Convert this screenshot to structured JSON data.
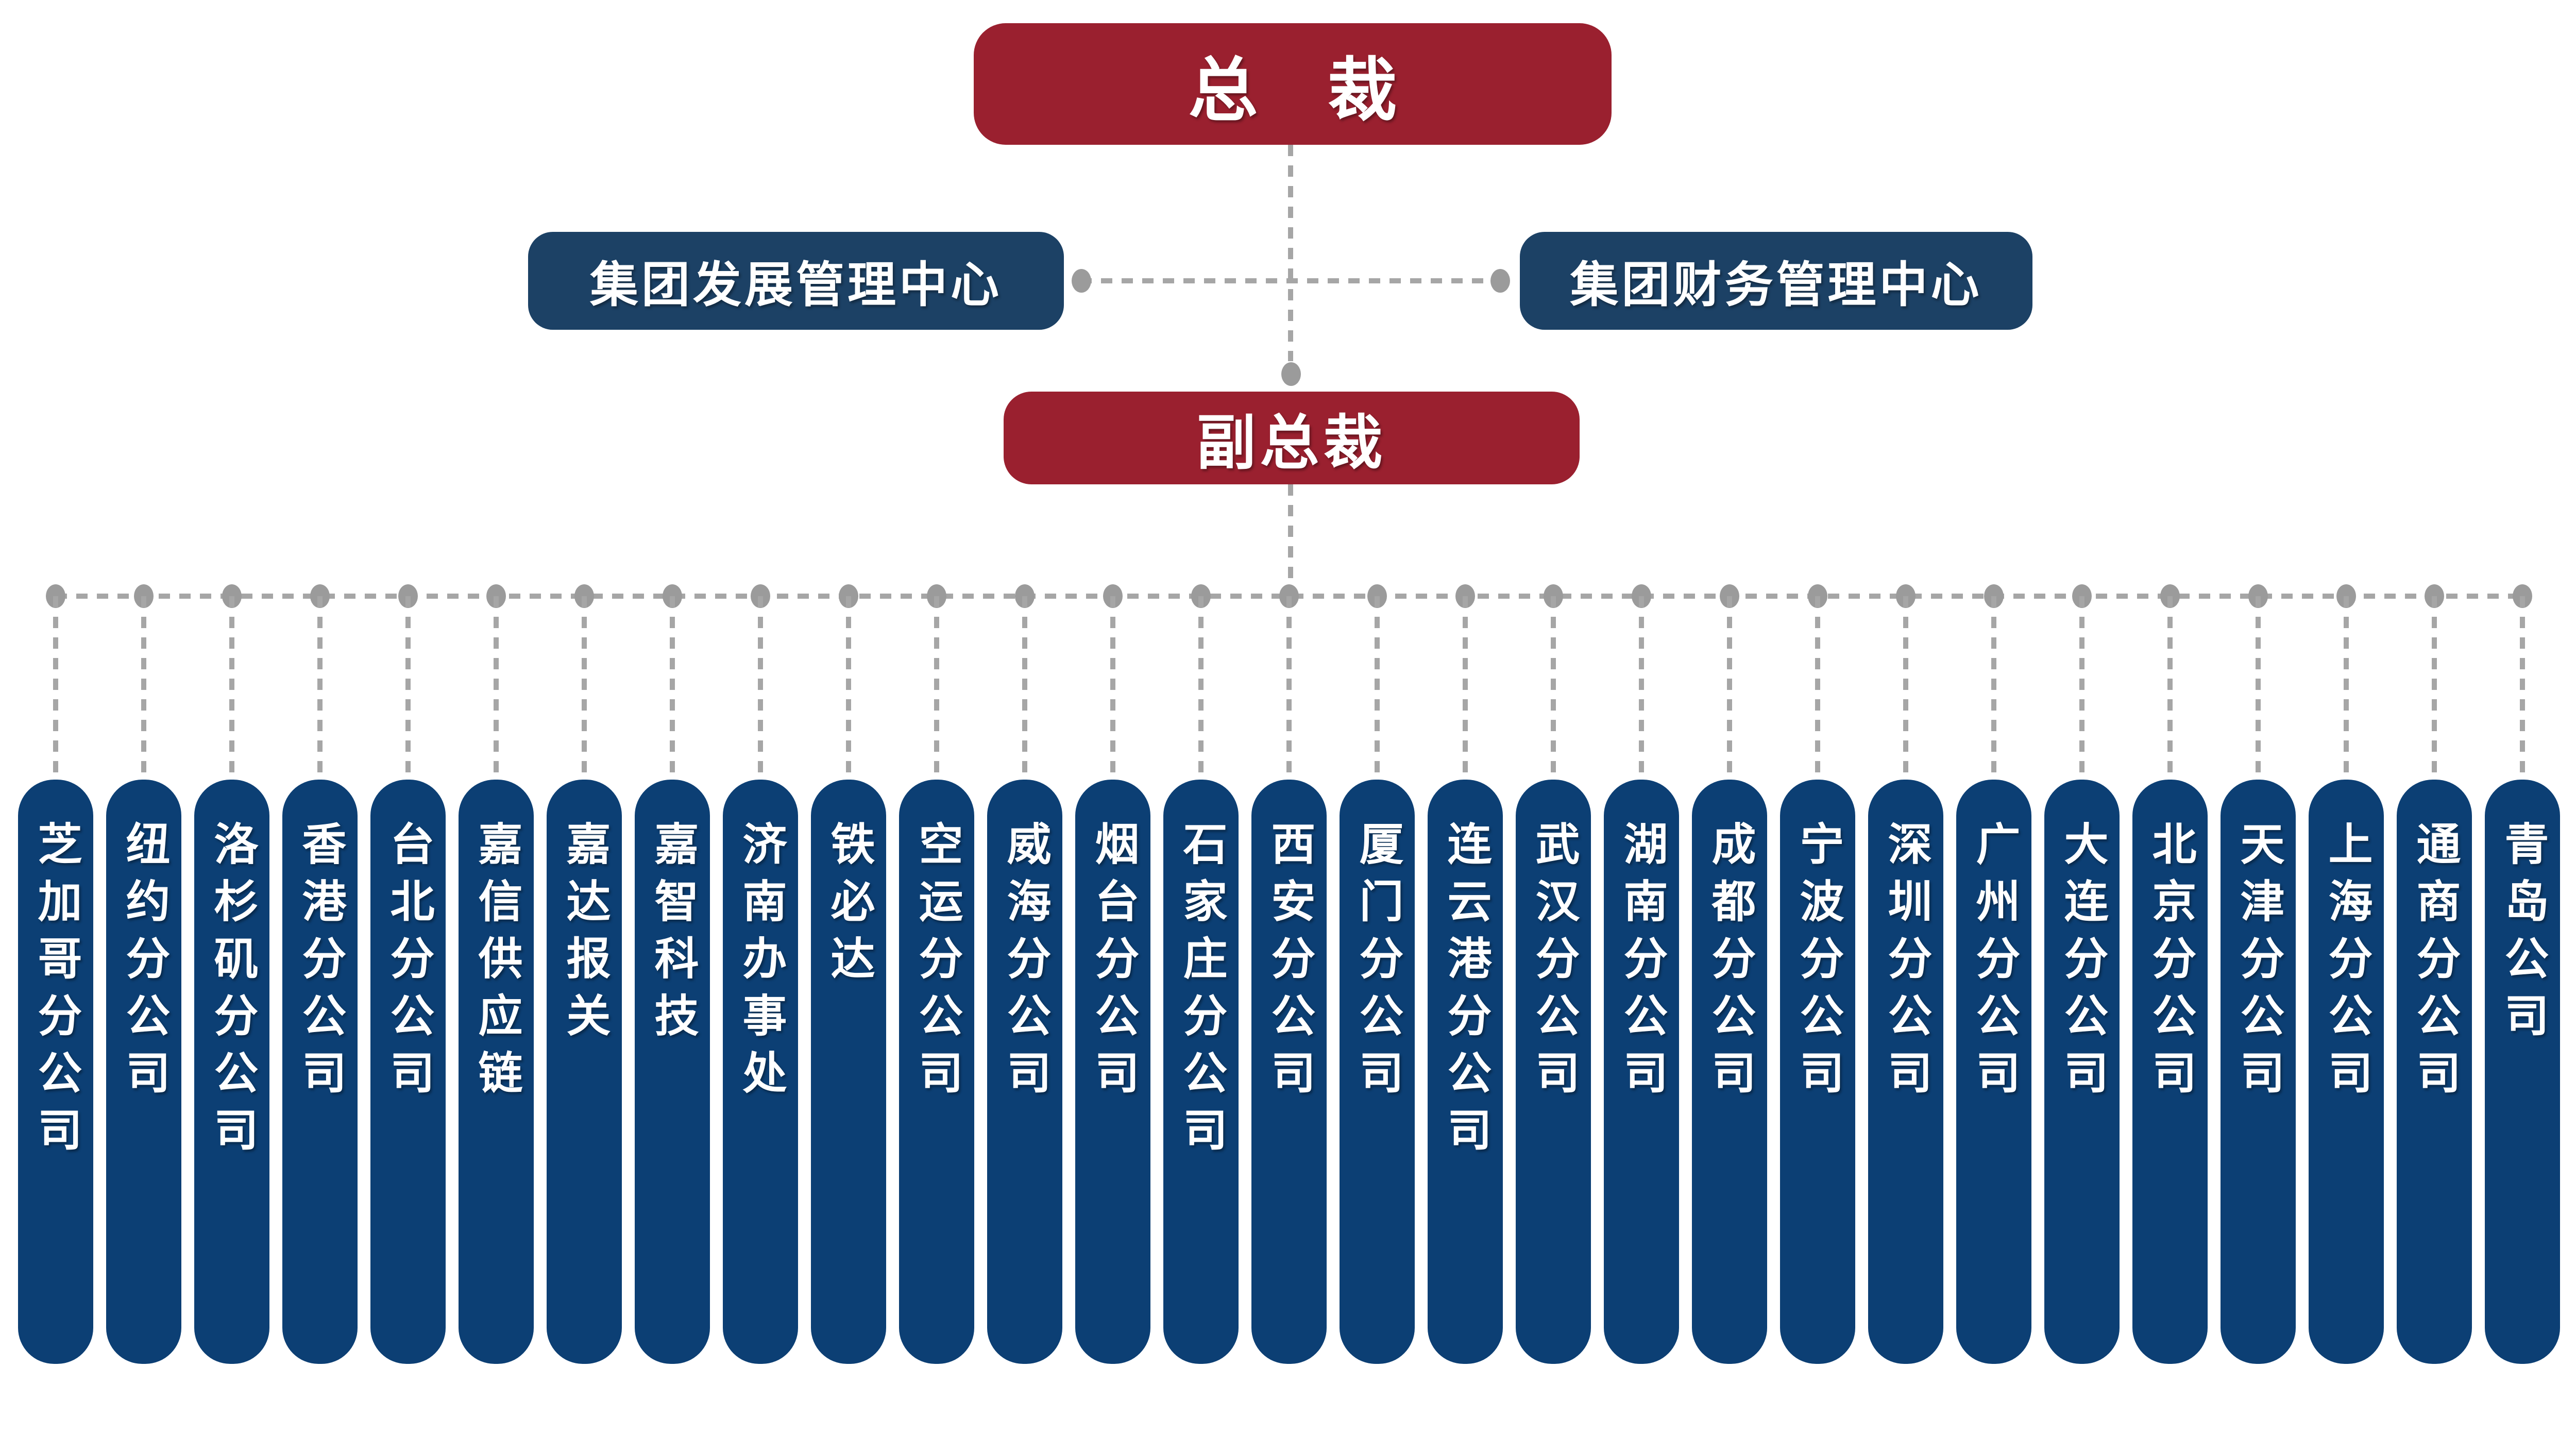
{
  "chart": {
    "title": "company-organization-chart",
    "president": {
      "label": "总　裁"
    },
    "departments": [
      {
        "label": "集团发展管理中心"
      },
      {
        "label": "集团财务管理中心"
      }
    ],
    "vice_president": {
      "label": "副总裁"
    },
    "branches": [
      "芝加哥分公司",
      "纽约分公司",
      "洛杉矶分公司",
      "香港分公司",
      "台北分公司",
      "嘉信供应链",
      "嘉达报关",
      "嘉智科技",
      "济南办事处",
      "铁必达",
      "空运分公司",
      "威海分公司",
      "烟台分公司",
      "石家庄分公司",
      "西安分公司",
      "厦门分公司",
      "连云港分公司",
      "武汉分公司",
      "湖南分公司",
      "成都分公司",
      "宁波分公司",
      "深圳分公司",
      "广州分公司",
      "大连分公司",
      "北京分公司",
      "天津分公司",
      "上海分公司",
      "通商分公司",
      "青岛公司"
    ],
    "colors": {
      "executive_red": "#9A202F",
      "department_blue": "#1C4165",
      "branch_blue": "#0C3F74",
      "connector_gray": "#A6A6A6",
      "dot_gray": "#9B9B9B",
      "text": "#FFFFFF",
      "background": "#FFFFFF"
    }
  }
}
